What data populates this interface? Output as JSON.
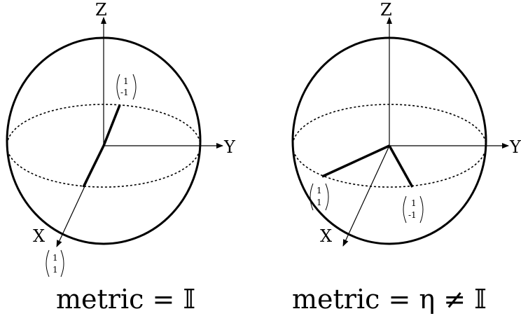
{
  "diagrams": [
    {
      "axis_labels": {
        "z": "Z",
        "y": "Y",
        "x": "X"
      },
      "vectors": [
        {
          "top": "1",
          "bottom": "-1"
        },
        {
          "top": "1",
          "bottom": "1"
        }
      ],
      "caption": "metric = 𝕀"
    },
    {
      "axis_labels": {
        "z": "Z",
        "y": "Y",
        "x": "X"
      },
      "vectors": [
        {
          "top": "1",
          "bottom": "1"
        },
        {
          "top": "1",
          "bottom": "-1"
        }
      ],
      "caption": "metric = η ≠ 𝕀"
    }
  ]
}
